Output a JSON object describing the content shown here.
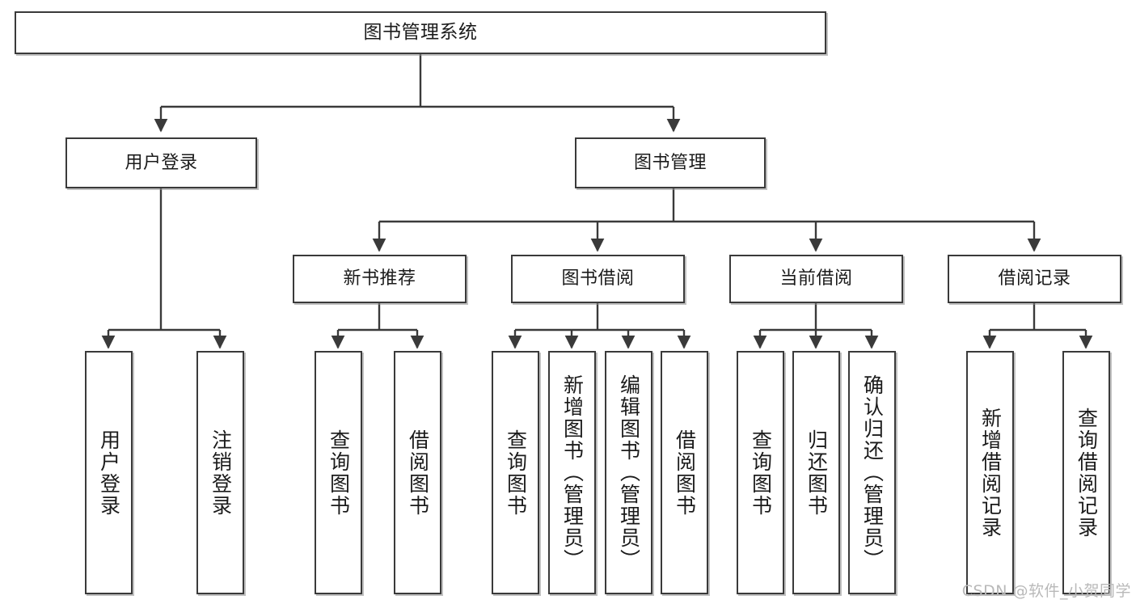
{
  "diagram": {
    "title": "图书管理系统",
    "type": "tree",
    "watermark": "CSDN @软件_小贺同学",
    "colors": {
      "box_border": "#3a3a3a",
      "box_fill": "#ffffff",
      "edge": "#3a3a3a",
      "text": "#1b1b1b",
      "watermark": "#b9b9b9"
    },
    "root": {
      "label": "图书管理系统"
    },
    "level2": [
      {
        "label": "用户登录"
      },
      {
        "label": "图书管理"
      }
    ],
    "level3": [
      {
        "label": "新书推荐"
      },
      {
        "label": "图书借阅"
      },
      {
        "label": "当前借阅"
      },
      {
        "label": "借阅记录"
      }
    ],
    "leaves": {
      "user_login": [
        {
          "label": "用户登录"
        },
        {
          "label": "注销登录"
        }
      ],
      "new_book_recommend": [
        {
          "label": "查询图书"
        },
        {
          "label": "借阅图书"
        }
      ],
      "book_borrow": [
        {
          "label": "查询图书"
        },
        {
          "label": "新增图书（管理员）"
        },
        {
          "label": "编辑图书（管理员）"
        },
        {
          "label": "借阅图书"
        }
      ],
      "current_borrow": [
        {
          "label": "查询图书"
        },
        {
          "label": "归还图书"
        },
        {
          "label": "确认归还（管理员）"
        }
      ],
      "borrow_record": [
        {
          "label": "新增借阅记录"
        },
        {
          "label": "查询借阅记录"
        }
      ]
    }
  }
}
